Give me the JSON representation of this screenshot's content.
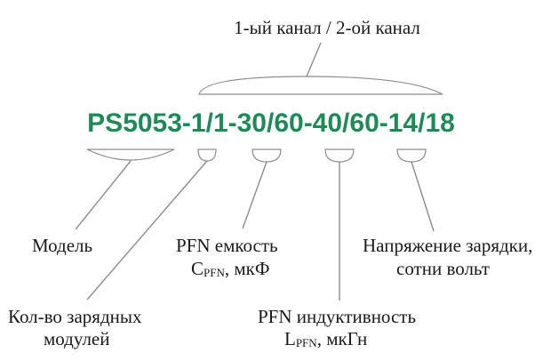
{
  "top_label": "1-ый канал / 2-ой канал",
  "model_code": "PS5053-1/1-30/60-40/60-14/18",
  "colors": {
    "code": "#1e8a57",
    "text": "#1a1a1a",
    "line": "#8c8c8c"
  },
  "labels": {
    "model": "Модель",
    "modules_line1": "Кол-во зарядных",
    "modules_line2": "модулей",
    "capacitance_line1": "PFN емкость",
    "capacitance_symbol": "C",
    "capacitance_subscript": "PFN",
    "capacitance_unit": ", мкФ",
    "inductance_line1": "PFN индуктивность",
    "inductance_symbol": "L",
    "inductance_subscript": "PFN",
    "inductance_unit": ", мкГн",
    "voltage_line1": "Напряжение зарядки,",
    "voltage_line2": "сотни вольт"
  }
}
